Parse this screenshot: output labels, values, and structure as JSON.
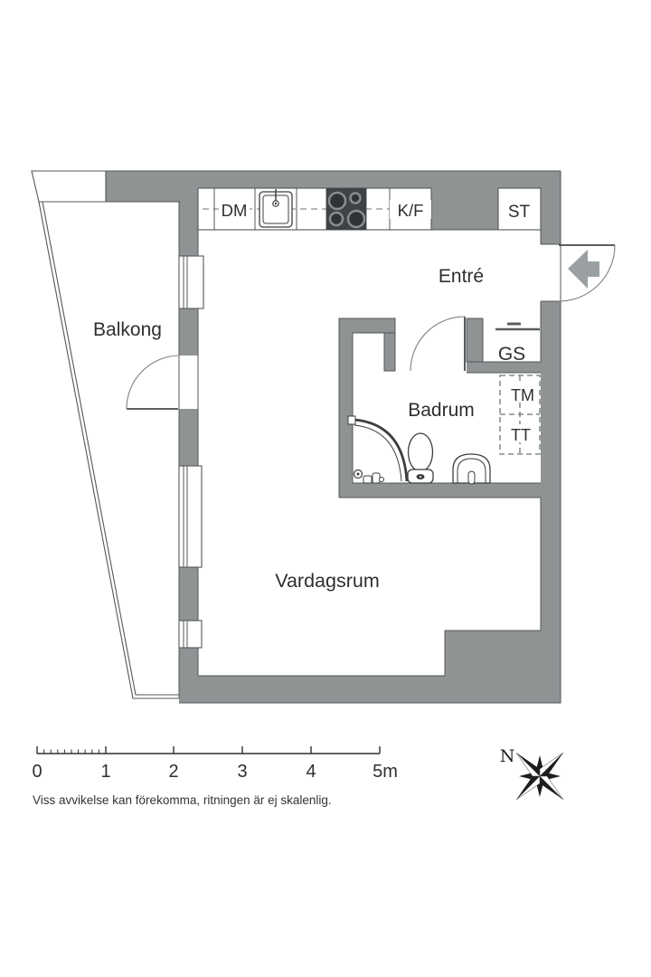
{
  "floor_plan": {
    "rooms": {
      "balcony": {
        "label": "Balkong"
      },
      "entry": {
        "label": "Entré"
      },
      "bathroom": {
        "label": "Badrum"
      },
      "living_room": {
        "label": "Vardagsrum"
      },
      "gs_closet": {
        "label": "GS"
      },
      "st_closet": {
        "label": "ST"
      }
    },
    "appliances": {
      "dishwasher": {
        "label": "DM"
      },
      "fridge_freezer": {
        "label": "K/F"
      },
      "washing_machine": {
        "label": "TM"
      },
      "tumble_dryer": {
        "label": "TT"
      }
    }
  },
  "scale_bar": {
    "tick_labels": [
      "0",
      "1",
      "2",
      "3",
      "4",
      "5m"
    ]
  },
  "compass": {
    "north_label": "N"
  },
  "footer": {
    "disclaimer": "Viss avvikelse kan förekomma, ritningen är ej skalenlig."
  },
  "colors": {
    "wall": "#8f9394",
    "outline": "#54575a",
    "stove": "#3f4346",
    "arrow": "#9aa0a2",
    "text": "#2d2f30",
    "compass": "#1b1d1e"
  }
}
